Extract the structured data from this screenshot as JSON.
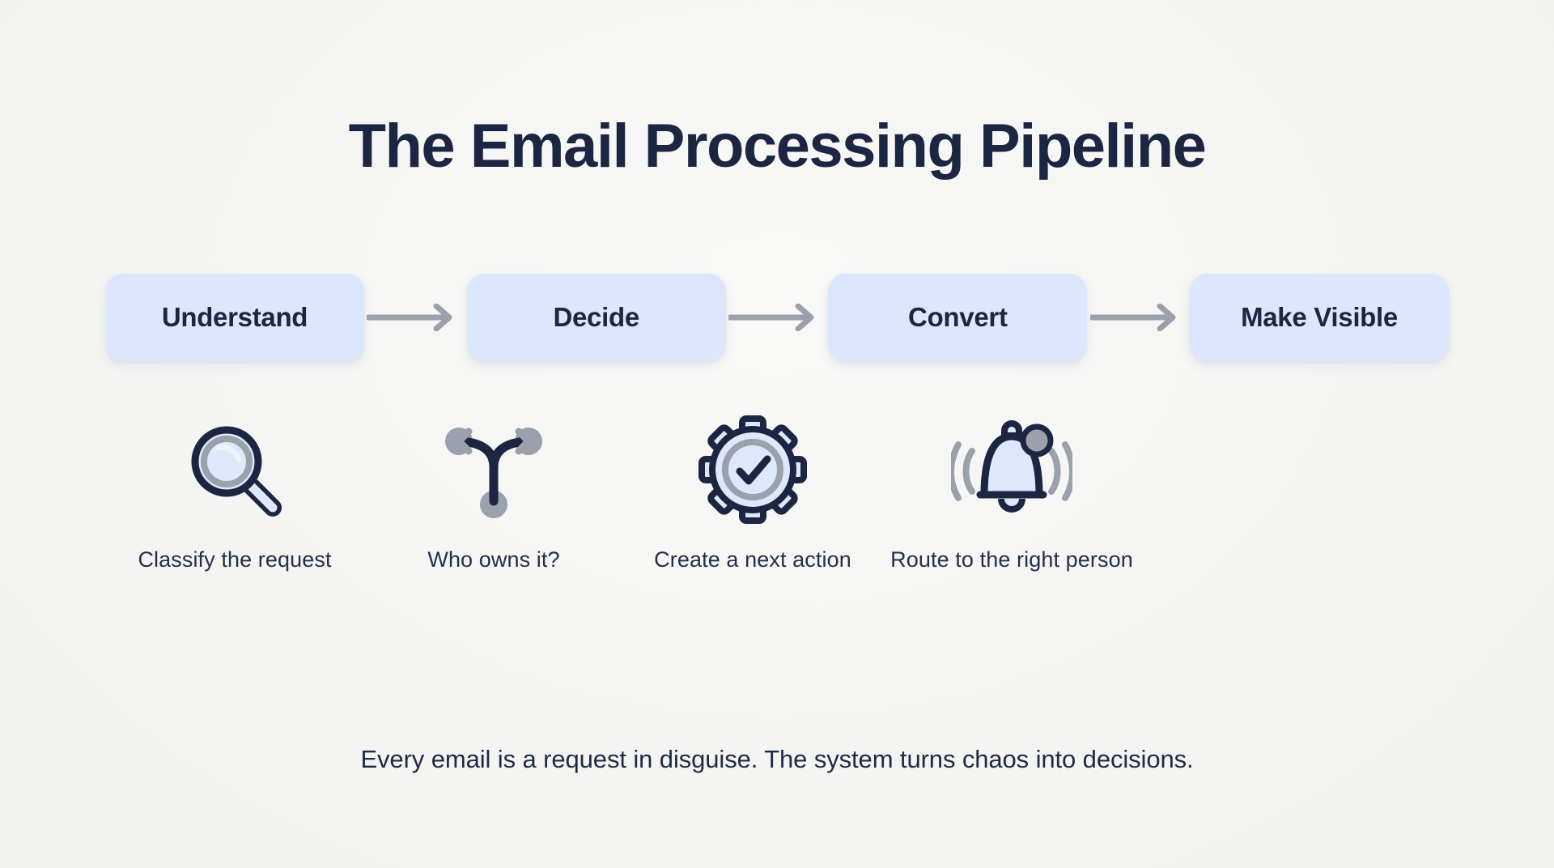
{
  "title": "The Email Processing Pipeline",
  "footer_note": "Every email is a request in disguise. The system turns chaos into decisions.",
  "colors": {
    "background": "#f5f5f3",
    "box_fill": "#dce7fd",
    "text_dark": "#1c2541",
    "arrow_gray": "#9aa1ad",
    "icon_outline": "#1c2541",
    "icon_fill": "#dce9fb",
    "icon_gray": "#9aa1ad"
  },
  "stages": [
    {
      "label": "Understand",
      "caption": "Classify the request",
      "icon": "magnifier-icon"
    },
    {
      "label": "Decide",
      "caption": "Who owns it?",
      "icon": "branch-fork-icon"
    },
    {
      "label": "Convert",
      "caption": "Create a next action",
      "icon": "gear-check-icon"
    },
    {
      "label": "Make Visible",
      "caption": "Route to the right person",
      "icon": "bell-alert-icon"
    }
  ],
  "connectors": [
    {
      "name": "arrow-understand-to-decide"
    },
    {
      "name": "arrow-decide-to-convert"
    },
    {
      "name": "arrow-convert-to-make-visible"
    }
  ]
}
